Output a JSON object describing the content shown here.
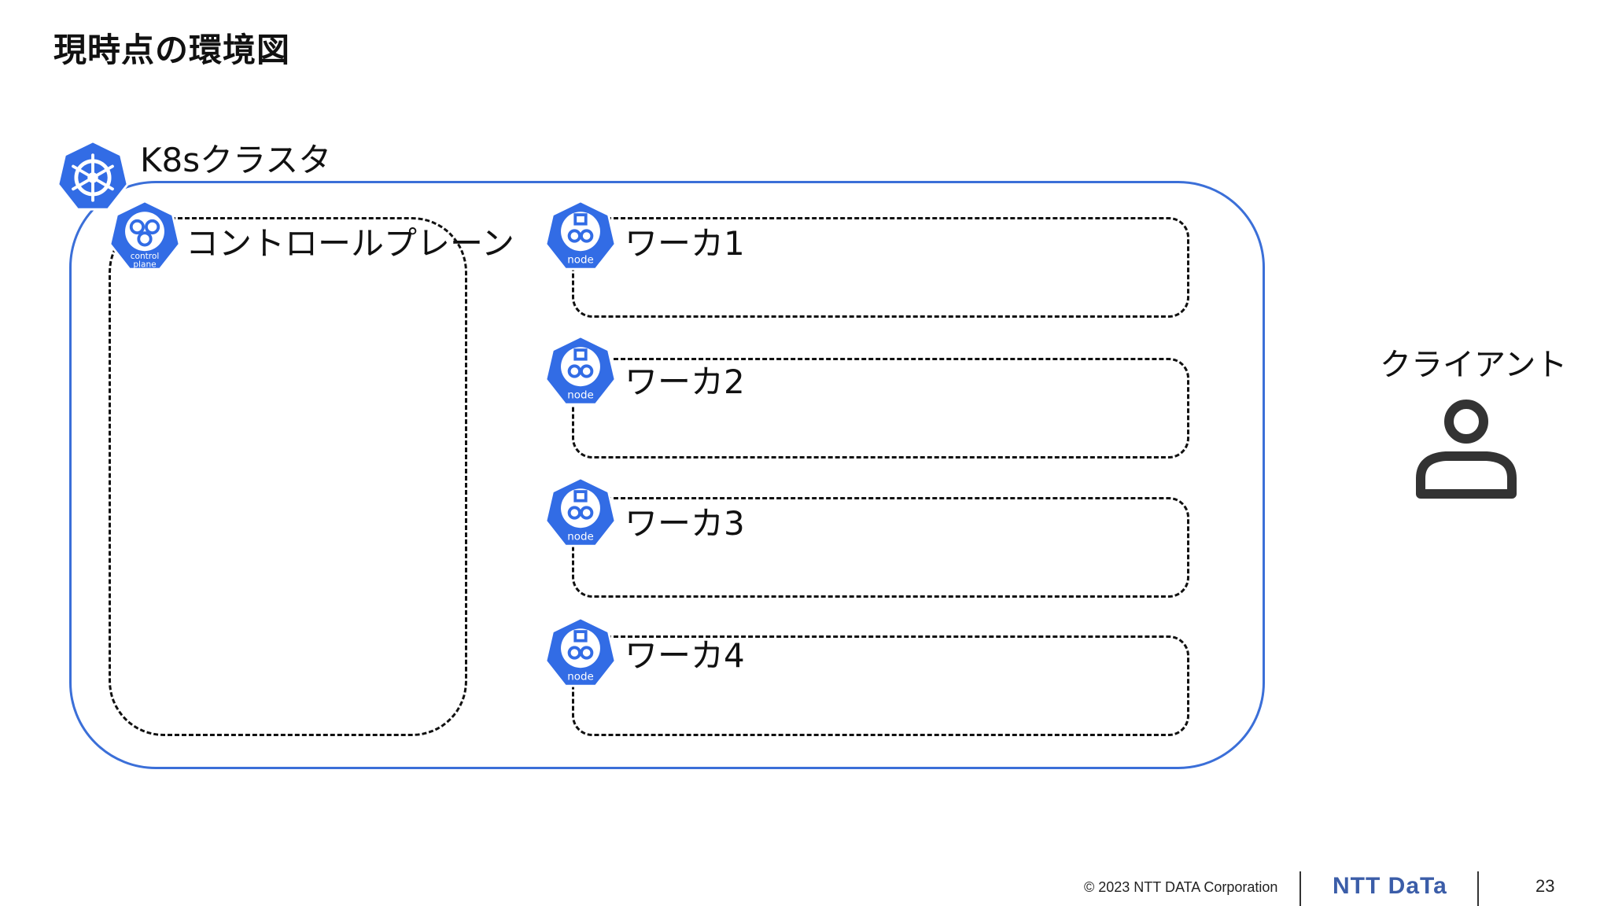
{
  "title": "現時点の環境図",
  "cluster": {
    "label": "K8sクラスタ"
  },
  "control_plane": {
    "label": "コントロールプレーン",
    "icon_text_1": "control",
    "icon_text_2": "plane"
  },
  "workers": [
    {
      "label": "ワーカ1",
      "icon_text": "node"
    },
    {
      "label": "ワーカ2",
      "icon_text": "node"
    },
    {
      "label": "ワーカ3",
      "icon_text": "node"
    },
    {
      "label": "ワーカ4",
      "icon_text": "node"
    }
  ],
  "client": {
    "label": "クライアント"
  },
  "footer": {
    "copyright": "© 2023 NTT DATA Corporation",
    "brand": "NTT DaTa",
    "page": "23"
  },
  "colors": {
    "accent": "#3b6fd8",
    "icon_fill": "#326ce5",
    "brand": "#3b5da8"
  }
}
